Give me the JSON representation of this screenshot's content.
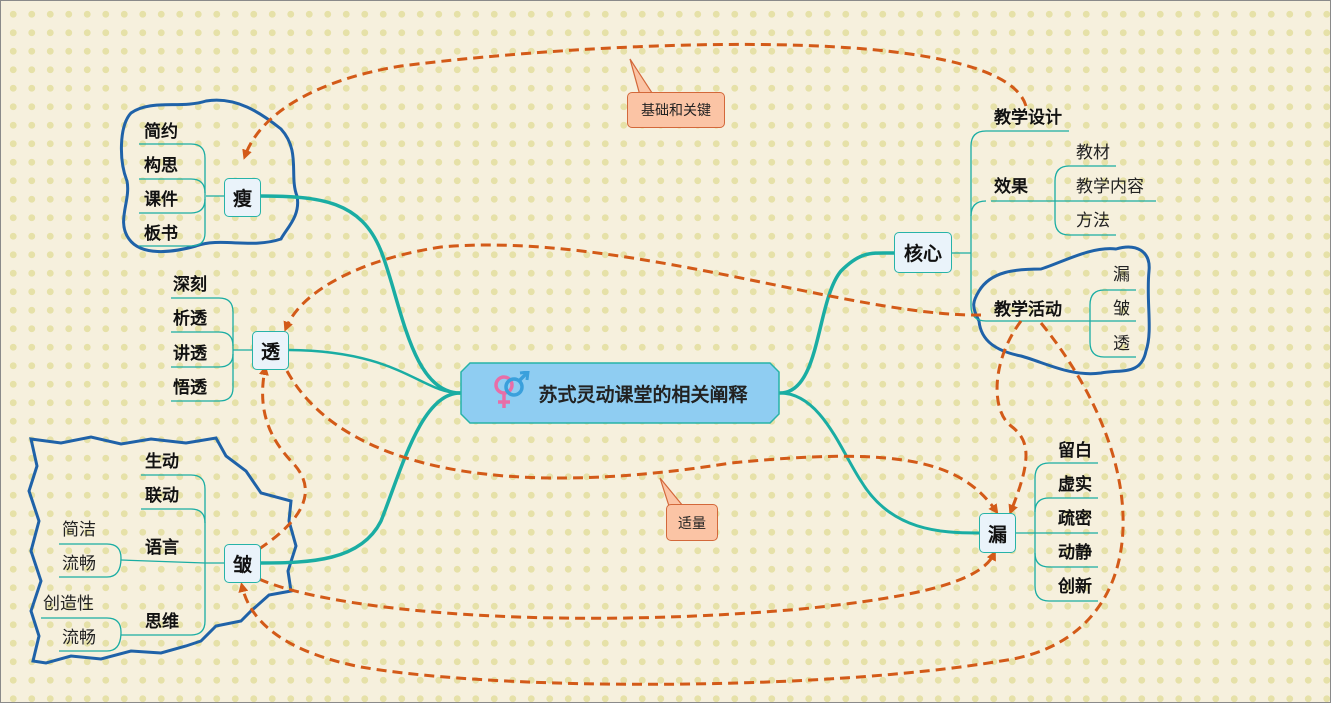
{
  "central": {
    "title": "苏式灵动课堂的相关阐释",
    "icon": "gender-male-female-icon",
    "fill": "#8fcdf2",
    "border": "#27b3a8"
  },
  "colors": {
    "branch_line": "#1aada3",
    "boundary": "#1f62a8",
    "relationship": "#d35a18",
    "callout_fill": "#fbc4a5",
    "background": "#f6f0dd"
  },
  "branches": {
    "shou": {
      "label": "瘦",
      "children": [
        "简约",
        "构思",
        "课件",
        "板书"
      ]
    },
    "tou": {
      "label": "透",
      "children": [
        "深刻",
        "析透",
        "讲透",
        "悟透"
      ]
    },
    "zhou": {
      "label": "皱",
      "children": [
        {
          "label": "生动"
        },
        {
          "label": "联动"
        },
        {
          "label": "语言",
          "children": [
            "简洁",
            "流畅"
          ]
        },
        {
          "label": "思维",
          "children": [
            "创造性",
            "流畅"
          ]
        }
      ]
    },
    "hexin": {
      "label": "核心",
      "children": [
        {
          "label": "教学设计"
        },
        {
          "label": "效果",
          "children": [
            "教材",
            "教学内容",
            "方法"
          ]
        },
        {
          "label": "教学活动",
          "children": [
            "漏",
            "皱",
            "透"
          ]
        }
      ]
    },
    "lou": {
      "label": "漏",
      "children": [
        "留白",
        "虚实",
        "疏密",
        "动静",
        "创新"
      ]
    }
  },
  "relationships": [
    {
      "from": "教学设计",
      "to": "瘦",
      "label": "基础和关键"
    },
    {
      "from": "皱",
      "to": "漏",
      "label": "适量"
    },
    {
      "from": "教学活动",
      "to": "透",
      "label": ""
    },
    {
      "from": "教学活动",
      "to": "漏",
      "label": ""
    },
    {
      "from": "教学活动",
      "to": "皱",
      "label": ""
    },
    {
      "from": "透",
      "to": "漏",
      "label": ""
    },
    {
      "from": "皱",
      "to": "透",
      "label": ""
    }
  ],
  "callouts": {
    "key": "基础和关键",
    "moderate": "适量"
  }
}
